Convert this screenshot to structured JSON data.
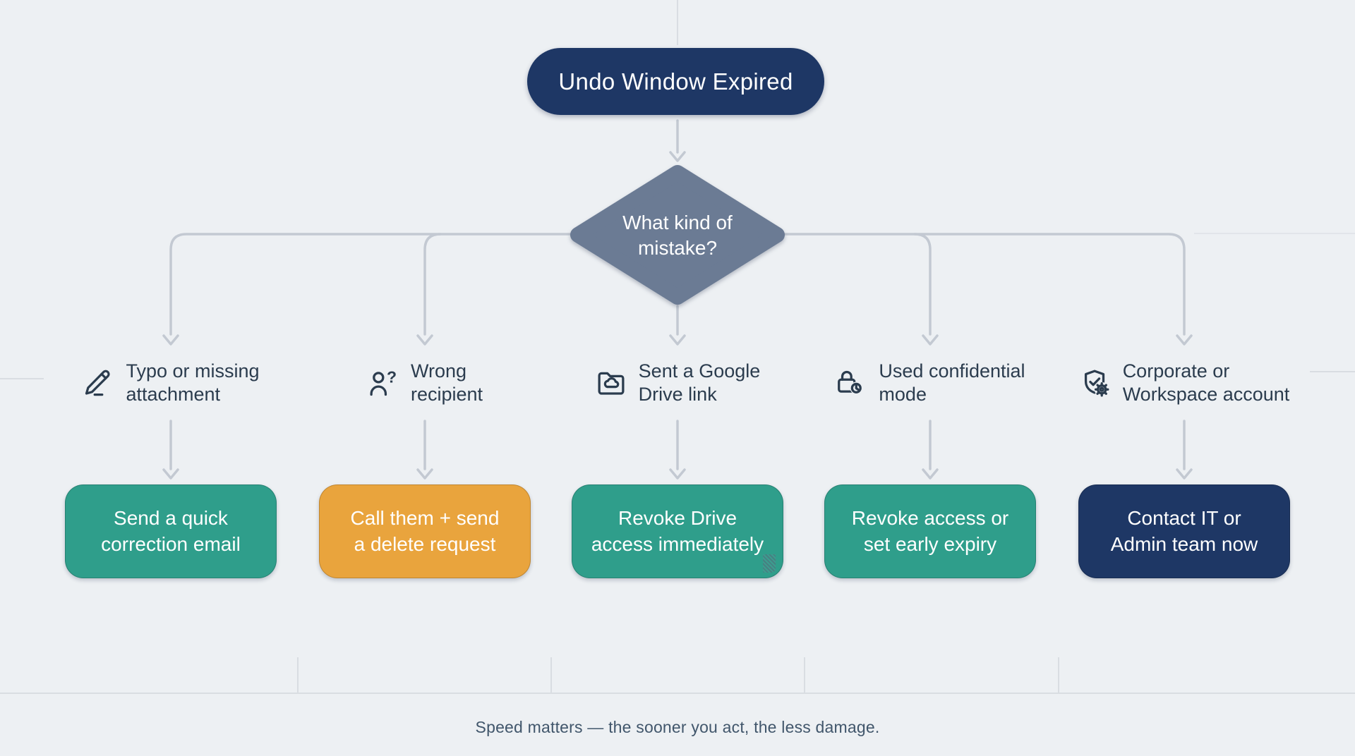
{
  "colors": {
    "background": "#edf0f3",
    "navy": "#1e3765",
    "teal": "#2f9e8b",
    "orange": "#e9a43d",
    "diamond": "#6b7b94",
    "connector": "#c3c9d2",
    "grid": "#d9dde2",
    "label_text": "#2b3c4e",
    "caption_text": "#41566b",
    "node_text": "#ffffff"
  },
  "title_node": {
    "label": "Undo Window Expired"
  },
  "decision_node": {
    "line1": "What kind of",
    "line2": "mistake?"
  },
  "branches": [
    {
      "icon": "pencil-line-icon",
      "label_line1": "Typo or missing",
      "label_line2": "attachment",
      "action_line1": "Send a quick",
      "action_line2": "correction email",
      "action_bg": "#2f9e8b"
    },
    {
      "icon": "user-question-icon",
      "icon_glyph": "?",
      "label_line1": "Wrong",
      "label_line2": "recipient",
      "action_line1": "Call them + send",
      "action_line2": "a delete request",
      "action_bg": "#e9a43d"
    },
    {
      "icon": "folder-cloud-icon",
      "label_line1": "Sent a Google",
      "label_line2": "Drive link",
      "action_line1": "Revoke Drive",
      "action_line2": "access immediately",
      "action_bg": "#2f9e8b"
    },
    {
      "icon": "lock-clock-icon",
      "label_line1": "Used confidential",
      "label_line2": "mode",
      "action_line1": "Revoke access or",
      "action_line2": "set early expiry",
      "action_bg": "#2f9e8b"
    },
    {
      "icon": "shield-gear-icon",
      "label_line1": "Corporate or",
      "label_line2": "Workspace account",
      "action_line1": "Contact IT or",
      "action_line2": "Admin team now",
      "action_bg": "#1e3765"
    }
  ],
  "caption": "Speed matters — the sooner you act, the less damage."
}
